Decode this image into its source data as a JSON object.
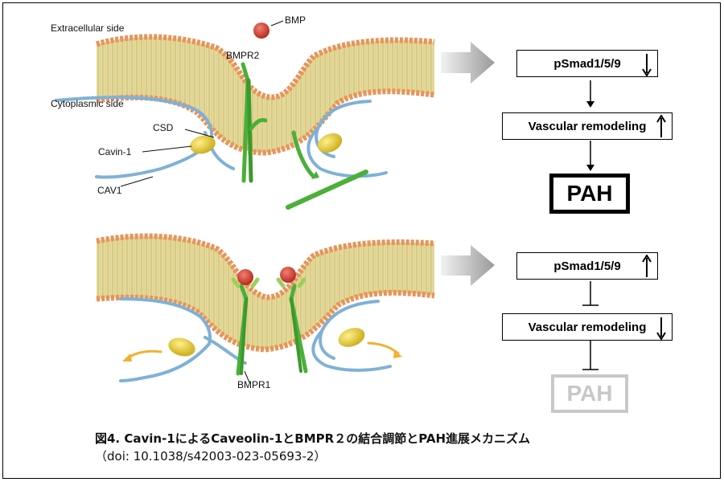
{
  "top_panel": {
    "label_extracellular": "Extracellular side",
    "label_cytoplasmic": "Cytoplasmic side",
    "label_bmp": "BMP",
    "label_bmpr2": "BMPR2",
    "label_csd": "CSD",
    "label_cavin1": "Cavin-1",
    "label_cav1": "CAV1",
    "flow": {
      "box1": "pSmad1/5/9",
      "box1_dir": "down",
      "box2": "Vascular remodeling",
      "box2_dir": "up",
      "box3": "PAH"
    }
  },
  "bottom_panel": {
    "label_bmpr1": "BMPR1",
    "flow": {
      "box1": "pSmad1/5/9",
      "box1_dir": "up",
      "box2": "Vascular remodeling",
      "box2_dir": "down",
      "box3": "PAH"
    }
  },
  "caption": {
    "line1": "図4. Cavin-1によるCaveolin-1とBMPR２の結合調節とPAH進展メカニズム",
    "line2": "（doi: 10.1038/s42003-023-05693-2）"
  },
  "colors": {
    "membrane_head": "#e8935a",
    "membrane_tail": "#dccf8c",
    "cav1": "#7fb1d6",
    "bmpr": "#4caf3a",
    "cavin": "#e2cc2a",
    "bmp": "#d23a30",
    "grey_arrow": "#a9a9a9",
    "faded_pah": "#c8c8c8"
  }
}
